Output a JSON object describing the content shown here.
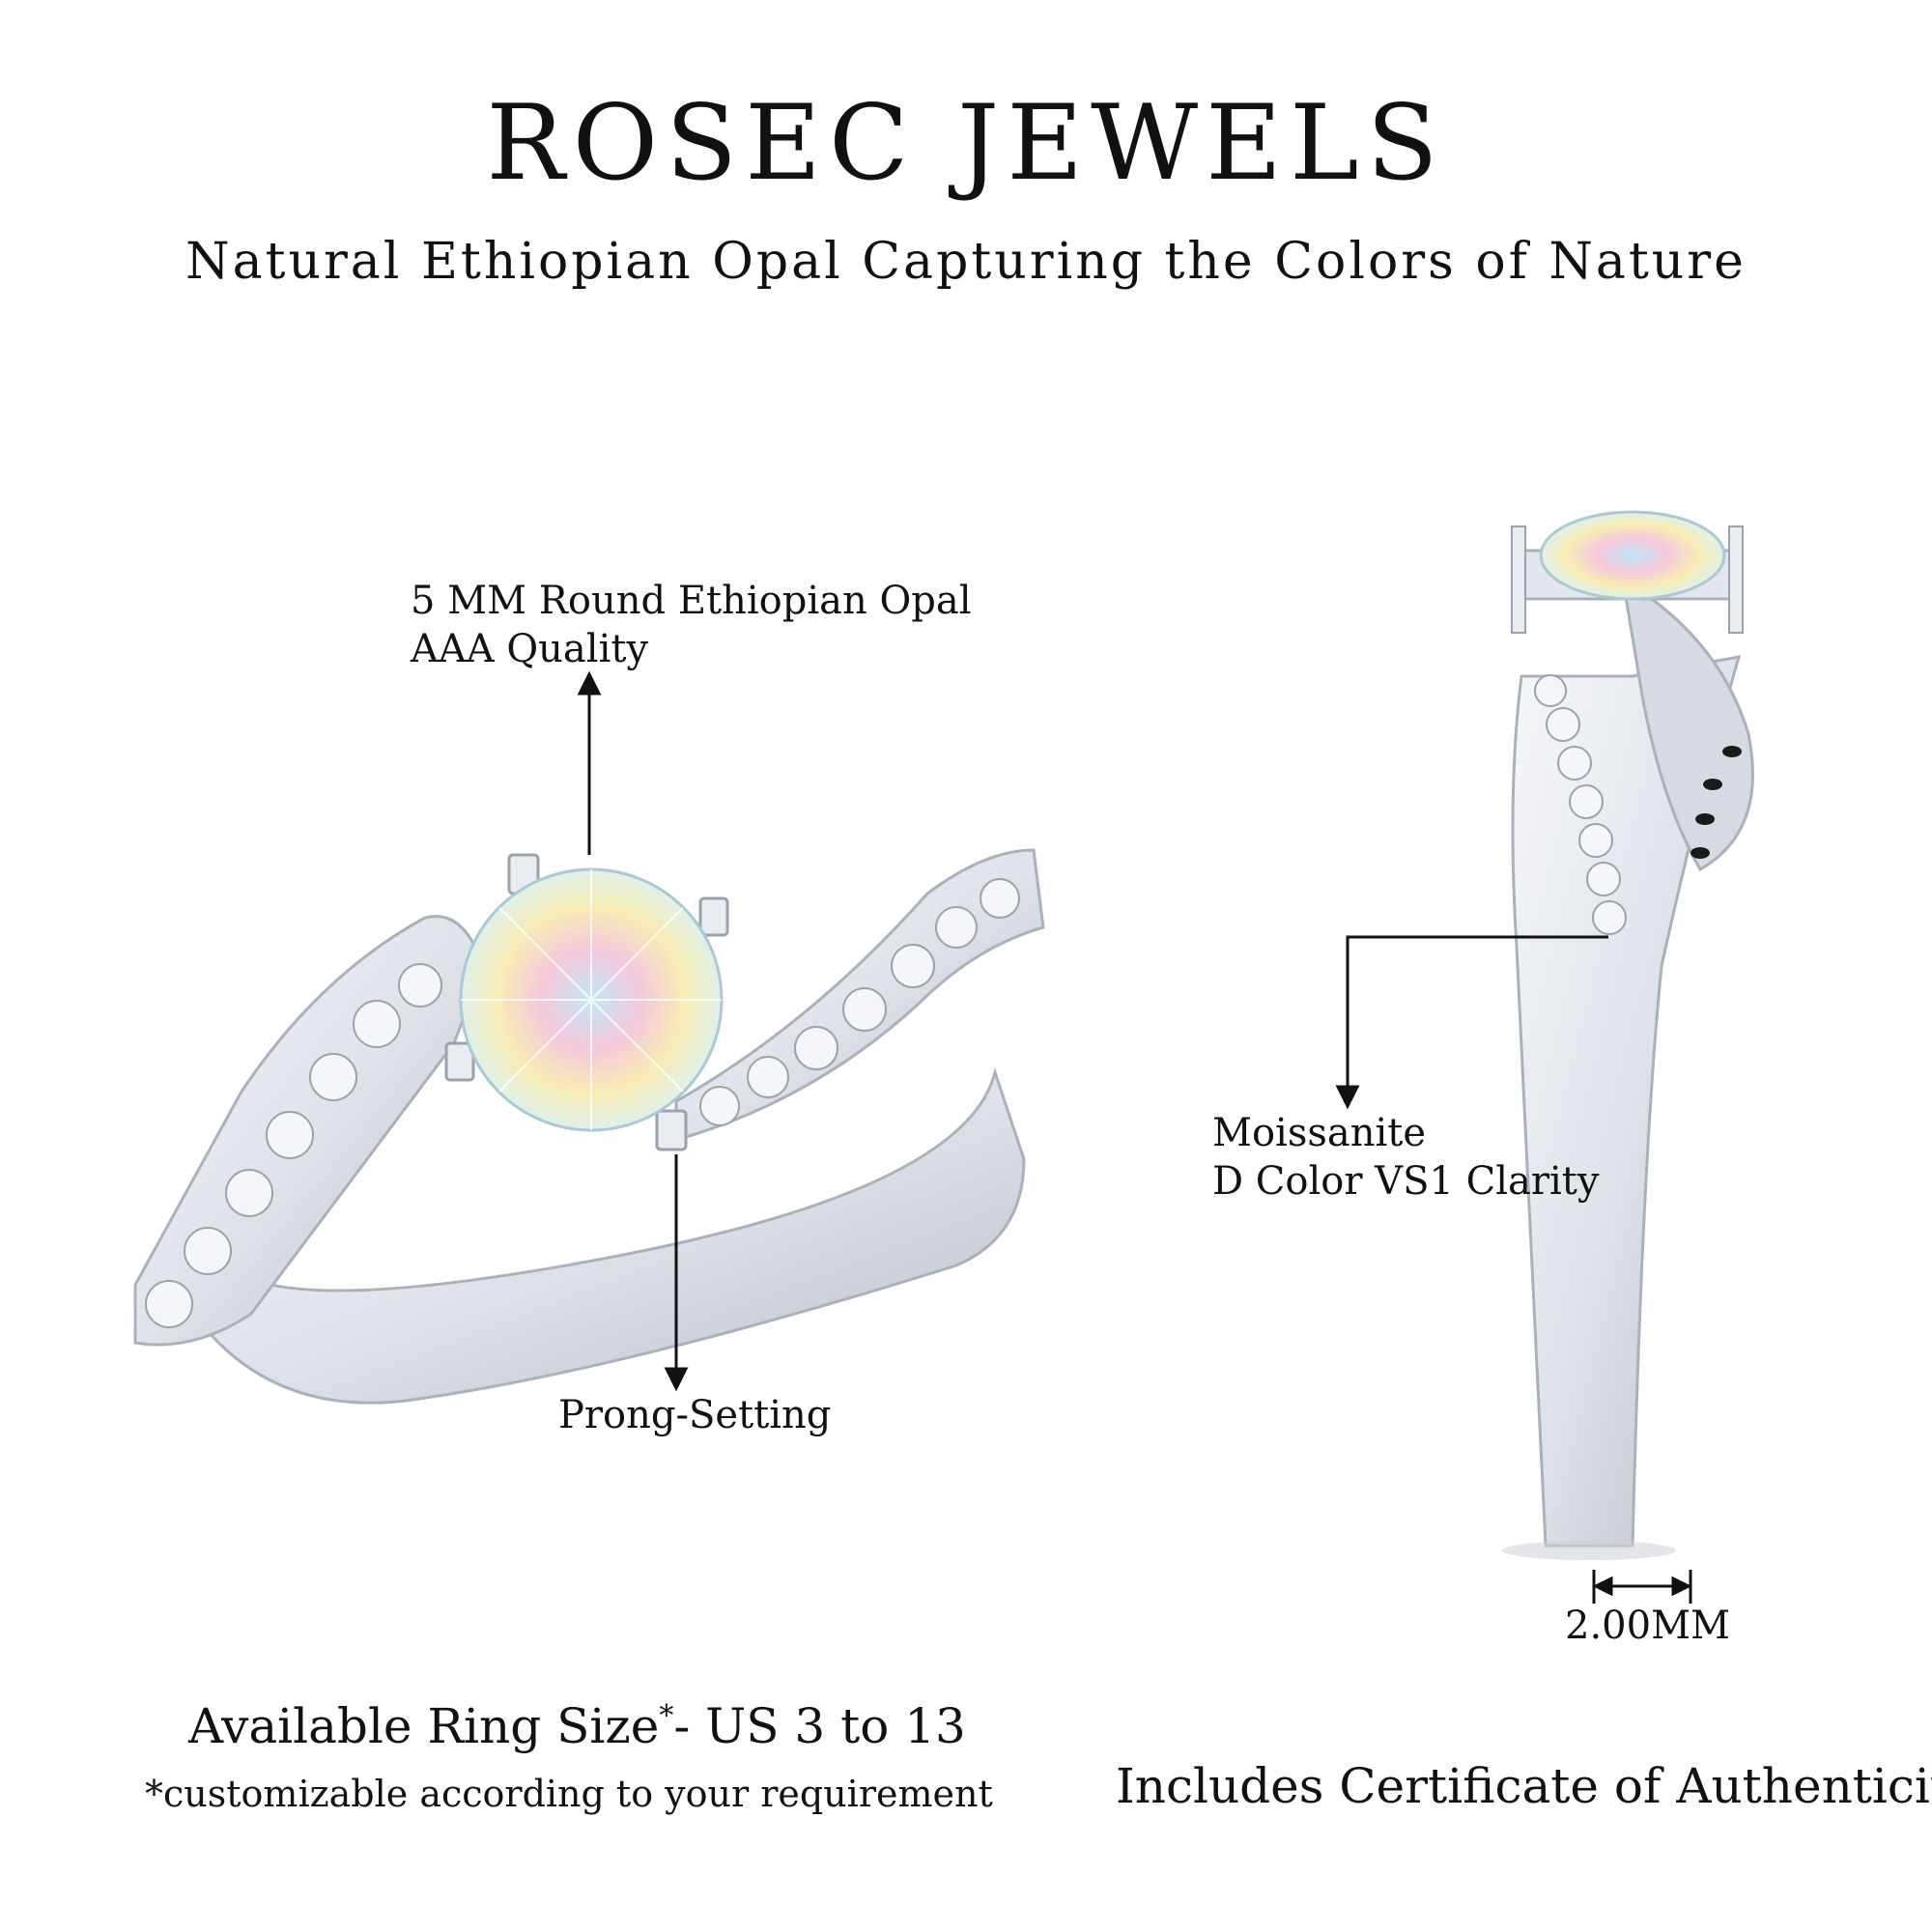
{
  "header": {
    "brand": "ROSEC JEWELS",
    "tagline": "Natural Ethiopian Opal Capturing the Colors of Nature"
  },
  "callouts": {
    "opal_line1": "5 MM Round Ethiopian Opal",
    "opal_line2": "AAA Quality",
    "prong": "Prong-Setting",
    "moissanite_line1": "Moissanite",
    "moissanite_line2": "D Color VS1 Clarity",
    "width": "2.00MM"
  },
  "footer": {
    "size_main": "Available Ring Size",
    "size_star": "*",
    "size_range": "- US 3 to 13",
    "size_note": "*customizable according to your requirement",
    "certificate": "Includes Certificate of Authenticity"
  },
  "colors": {
    "metal": "#e6e9ee",
    "metal_shadow": "#b8bec8",
    "opal_blue": "#bfe7f5",
    "opal_pink": "#f6c8dc",
    "opal_yellow": "#f7ecb5"
  }
}
